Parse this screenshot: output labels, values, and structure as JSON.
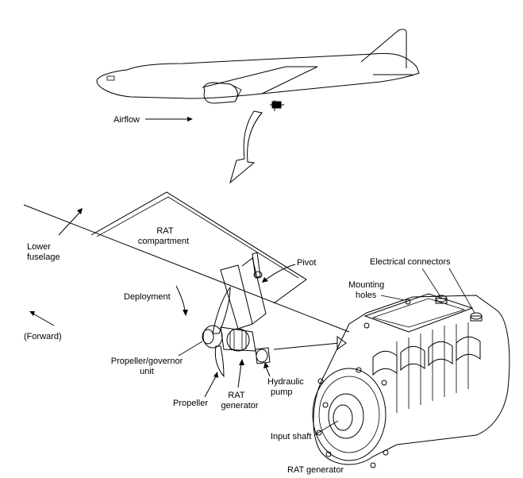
{
  "labels": {
    "airflow": "Airflow",
    "rat_compartment_1": "RAT",
    "rat_compartment_2": "compartment",
    "lower_fuselage_1": "Lower",
    "lower_fuselage_2": "fuselage",
    "pivot": "Pivot",
    "deployment": "Deployment",
    "forward": "(Forward)",
    "propeller_governor_1": "Propeller/governor",
    "propeller_governor_2": "unit",
    "propeller": "Propeller",
    "rat_generator_small_1": "RAT",
    "rat_generator_small_2": "generator",
    "hydraulic_pump_1": "Hydraulic",
    "hydraulic_pump_2": "pump",
    "electrical_connectors": "Electrical connectors",
    "mounting_holes_1": "Mounting",
    "mounting_holes_2": "holes",
    "input_shaft": "Input shaft",
    "rat_generator_main": "RAT generator"
  }
}
